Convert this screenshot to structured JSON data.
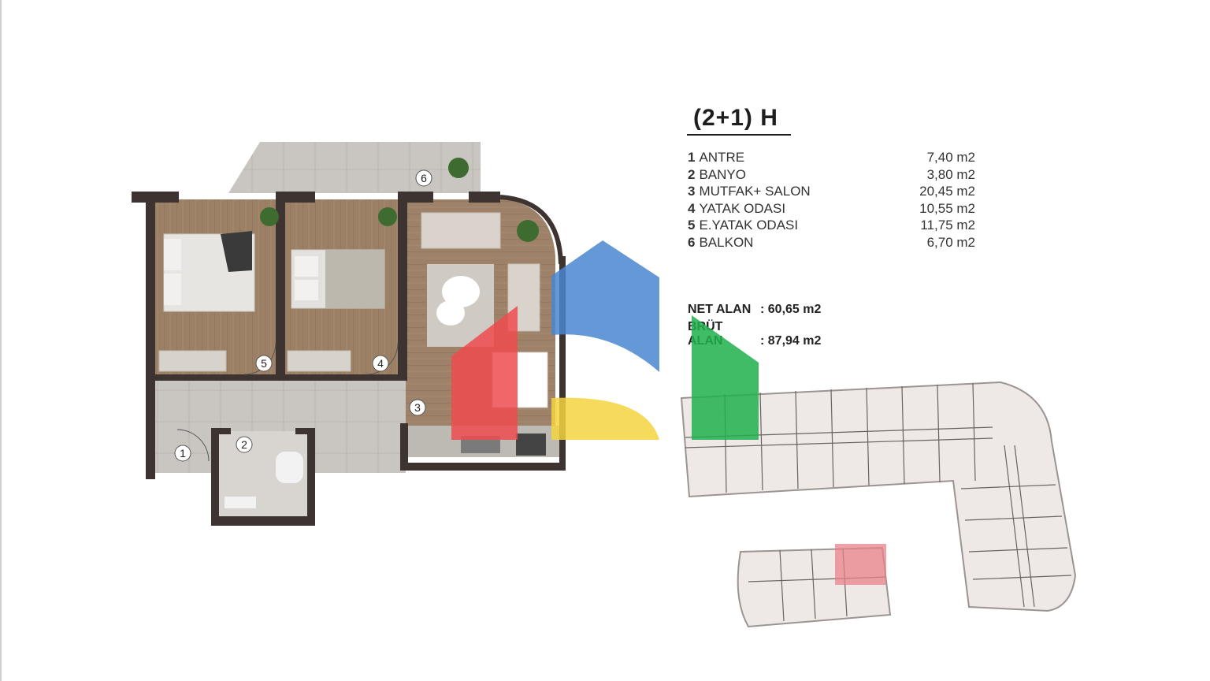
{
  "unit": {
    "title": "(2+1) H"
  },
  "rooms": [
    {
      "num": "1",
      "name": "ANTRE",
      "area": "7,40 m2"
    },
    {
      "num": "2",
      "name": "BANYO",
      "area": "3,80 m2"
    },
    {
      "num": "3",
      "name": "MUTFAK+ SALON",
      "area": "20,45 m2"
    },
    {
      "num": "4",
      "name": "YATAK ODASI",
      "area": "10,55 m2"
    },
    {
      "num": "5",
      "name": "E.YATAK ODASI",
      "area": "11,75 m2"
    },
    {
      "num": "6",
      "name": "BALKON",
      "area": "6,70 m2"
    }
  ],
  "totals": {
    "net_label": "NET ALAN",
    "net_value": ": 60,65 m2",
    "brut_label": "BRÜT ALAN",
    "brut_value": ": 87,94 m2"
  },
  "plan_labels": [
    "1",
    "2",
    "3",
    "4",
    "5",
    "6"
  ],
  "colors": {
    "wall": "#3d3330",
    "wood_floor": "#9c8066",
    "tile_floor": "#c9c6c1",
    "logo_blue": "#4a86cf",
    "logo_red": "#ee4b4f",
    "logo_yellow": "#f5d33f",
    "logo_green": "#20b04b",
    "site_highlight": "#e8828a"
  }
}
